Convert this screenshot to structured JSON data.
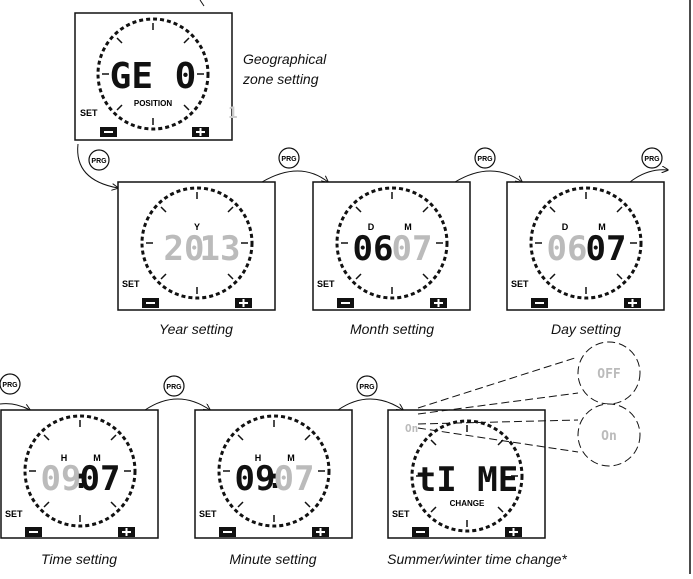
{
  "screens": {
    "geo": {
      "main": "GE 0",
      "sub": "POSITION",
      "set": "SET",
      "minus": "−",
      "plus": "+"
    },
    "year": {
      "mark": "Y",
      "digits_left": "20",
      "digits_right": "13",
      "set": "SET"
    },
    "month": {
      "mark_left": "D",
      "mark_right": "M",
      "digits_left": "06",
      "digits_right": "07",
      "set": "SET"
    },
    "day": {
      "mark_left": "D",
      "mark_right": "M",
      "digits_left": "06",
      "digits_right": "07",
      "set": "SET"
    },
    "time": {
      "mark_left": "H",
      "mark_right": "M",
      "digits_left": "09",
      "colon": ":",
      "digits_right": "07",
      "set": "SET"
    },
    "minute": {
      "mark_left": "H",
      "mark_right": "M",
      "digits_left": "09",
      "colon": ":",
      "digits_right": "07",
      "set": "SET"
    },
    "summer": {
      "corner": "On",
      "main": "tI ME",
      "sub": "CHANGE",
      "set": "SET"
    }
  },
  "bubbles": {
    "off": "OFF",
    "on": "On"
  },
  "prg": "PRG",
  "labels": {
    "geo_line1": "Geographical",
    "geo_line2": "zone setting",
    "year": "Year setting",
    "month": "Month setting",
    "day": "Day setting",
    "time": "Time setting",
    "minute": "Minute setting",
    "summer": "Summer/winter time change*"
  }
}
